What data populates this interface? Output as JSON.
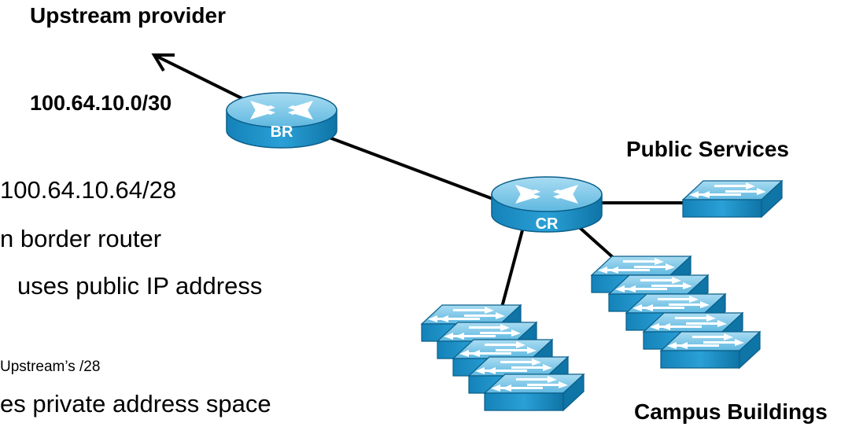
{
  "labels": {
    "upstream": "Upstream provider",
    "link_subnet": "100.64.10.0/30",
    "public_services": "Public Services",
    "campus_buildings": "Campus Buildings"
  },
  "devices": {
    "border_router": "BR",
    "core_router": "CR"
  },
  "text_lines": {
    "line1": "100.64.10.64/28",
    "line2": "n border router",
    "line3": "uses public IP address",
    "line4": "Upstream’s /28",
    "line5": "es private address space"
  },
  "colors": {
    "device_top": "#7ec9ea",
    "device_side": "#1a8fc4",
    "device_edge": "#0b5f8a",
    "link": "#000000"
  },
  "icons": [
    "router-icon",
    "switch-icon",
    "switch-stack-icon",
    "arrow-icon"
  ]
}
